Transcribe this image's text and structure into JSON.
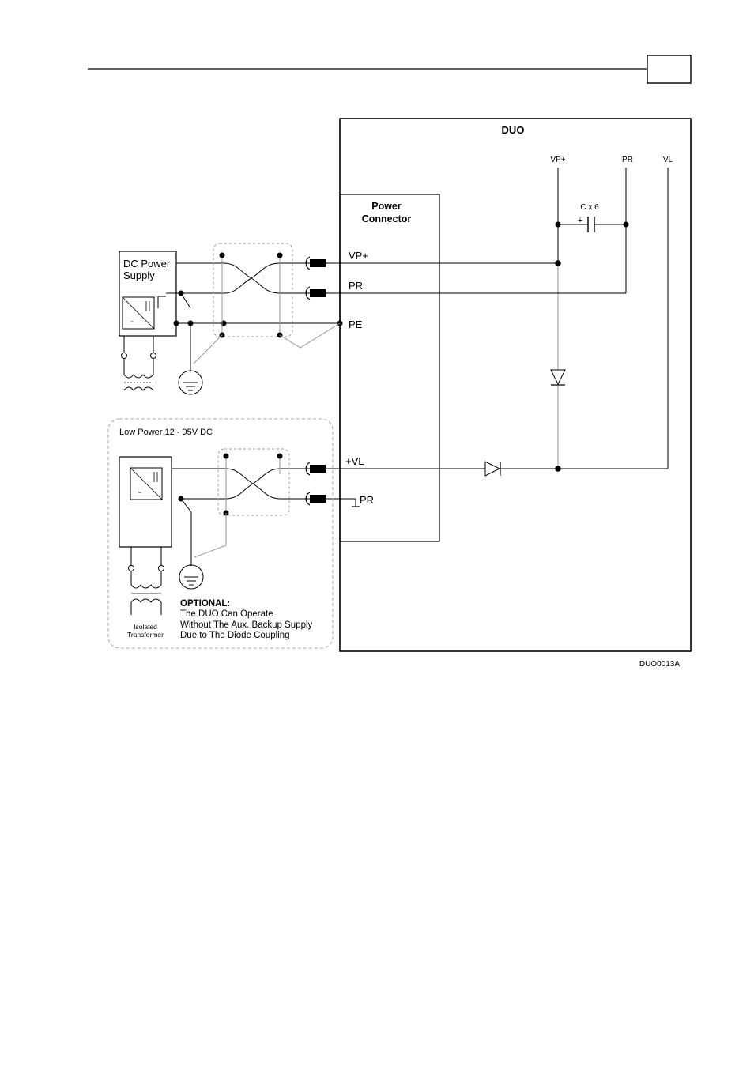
{
  "header": {
    "page_box_text": ""
  },
  "diagram": {
    "duo_title": "DUO",
    "power_connector": [
      "Power",
      "Connector"
    ],
    "top_labels": {
      "vp": "VP+",
      "pr": "PR",
      "vl": "VL"
    },
    "capacitor": {
      "label": "C x 6",
      "polarity": "+"
    },
    "pins": {
      "vp": "VP+",
      "pr": "PR",
      "pe": "PE",
      "vl": "+VL",
      "pr2": "PR"
    },
    "dc_supply": [
      "DC Power",
      "Supply"
    ],
    "low_power_title": "Low Power 12 - 95V DC",
    "transformer": [
      "Isolated",
      "Transformer"
    ],
    "optional": {
      "heading": "OPTIONAL:",
      "lines": [
        "The DUO Can Operate",
        "Without The Aux. Backup Supply",
        "Due to The Diode Coupling"
      ]
    },
    "figure_code": "DUO0013A"
  }
}
